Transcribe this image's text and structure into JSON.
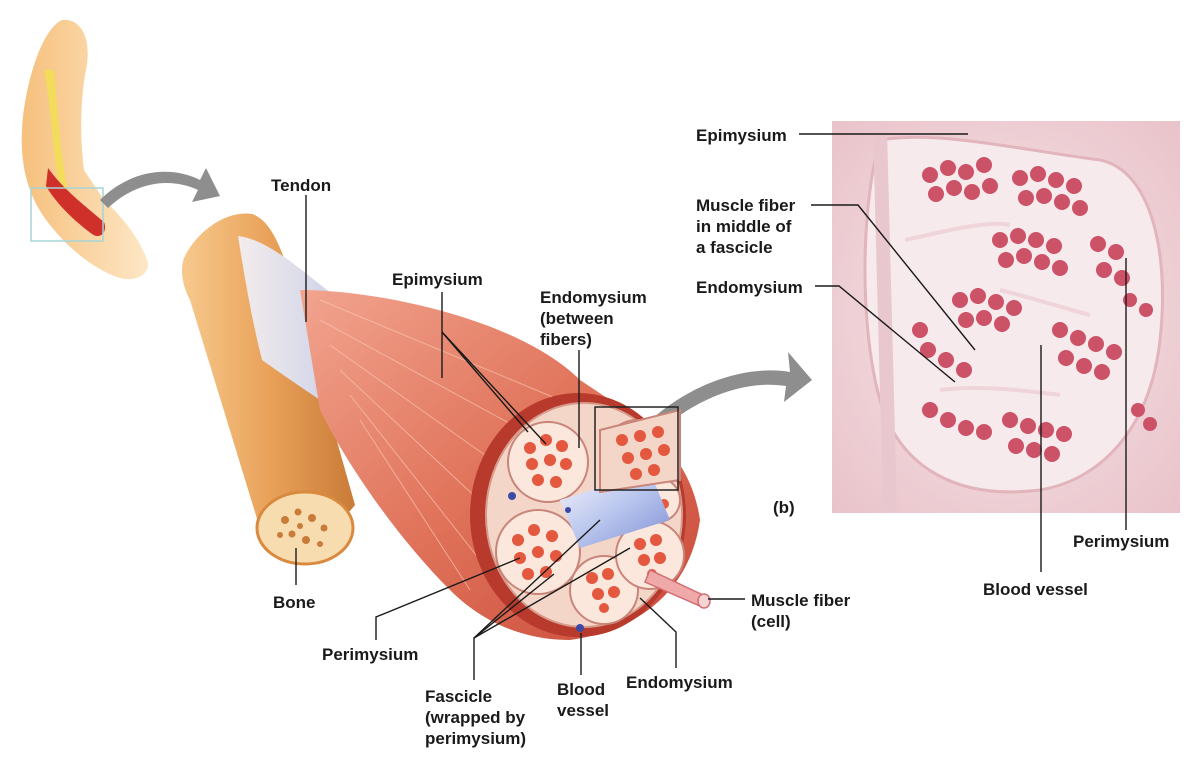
{
  "panel_b_label": "(b)",
  "labels": {
    "tendon": "Tendon",
    "bone": "Bone",
    "epimysium_a": "Epimysium",
    "endomysium_between": [
      "Endomysium",
      "(between",
      "fibers)"
    ],
    "perimysium_a": "Perimysium",
    "fascicle": [
      "Fascicle",
      "(wrapped by",
      "perimysium)"
    ],
    "blood_vessel_a": [
      "Blood",
      "vessel"
    ],
    "endomysium_a": "Endomysium",
    "muscle_fiber_cell": [
      "Muscle fiber",
      "(cell)"
    ],
    "epimysium_b": "Epimysium",
    "muscle_fiber_middle": [
      "Muscle fiber",
      "in middle of",
      "a fascicle"
    ],
    "endomysium_b": "Endomysium",
    "perimysium_b": "Perimysium",
    "blood_vessel_b": "Blood vessel"
  },
  "colors": {
    "muscle": "#e0735a",
    "muscle_dark": "#b83a2c",
    "bone": "#e9a25a",
    "tendon": "#cfd6ea",
    "fiber": "#e4583f",
    "histology_bg": "#f1dde0",
    "histology_fiber": "#cc5268",
    "arrow": "#8e8e8e",
    "inset_box": "#a8d4d6"
  }
}
